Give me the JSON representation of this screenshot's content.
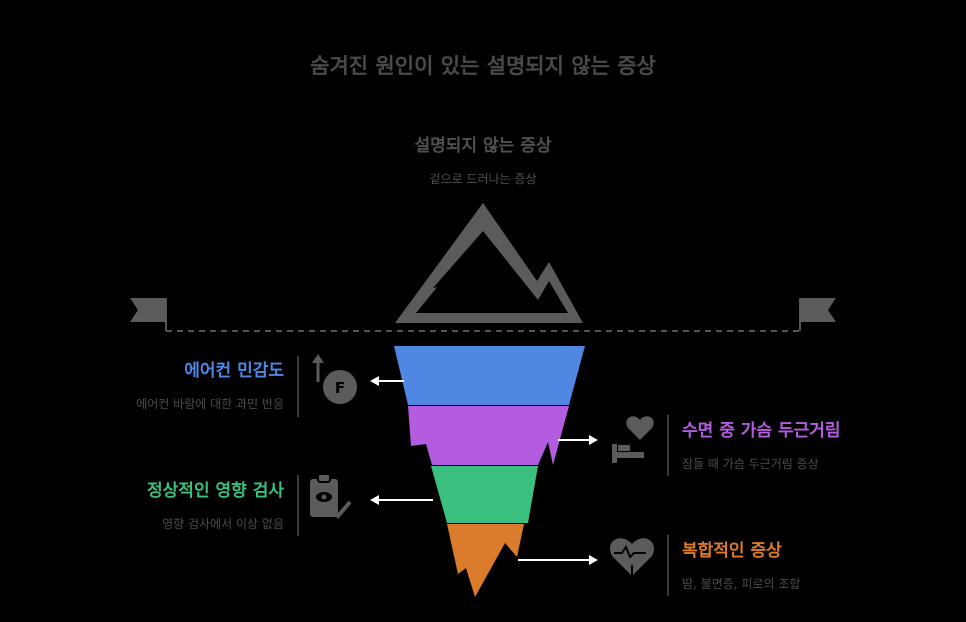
{
  "title": "숨겨진 원인이 있는 설명되지 않는 증상",
  "tip": {
    "title": "설명되지 않는 증상",
    "subtitle": "겉으로 드러나는 증상"
  },
  "layers": [
    {
      "title": "에어컨 민감도",
      "desc": "에어컨 바람에 대한 과민 반응",
      "color": "#4f87e3",
      "icon": "thermometer-icon",
      "side": "left"
    },
    {
      "title": "수면 중 가슴 두근거림",
      "desc": "잠들 때 가슴 두근거림 증상",
      "color": "#b45ce0",
      "icon": "heart-bed-icon",
      "side": "right"
    },
    {
      "title": "정상적인 영향 검사",
      "desc": "영향 검사에서 이상 없음",
      "color": "#3bbf7f",
      "icon": "clipboard-check-icon",
      "side": "left"
    },
    {
      "title": "복합적인 증상",
      "desc": "땀, 불면증, 피로의 조합",
      "color": "#db7c2c",
      "icon": "heart-puzzle-icon",
      "side": "right"
    }
  ],
  "colors": {
    "mountain": "#5b5b5b",
    "waterline": "#555555",
    "flag": "#5b5b5b",
    "arrow": "#ffffff",
    "icon": "#5b5b5b"
  }
}
